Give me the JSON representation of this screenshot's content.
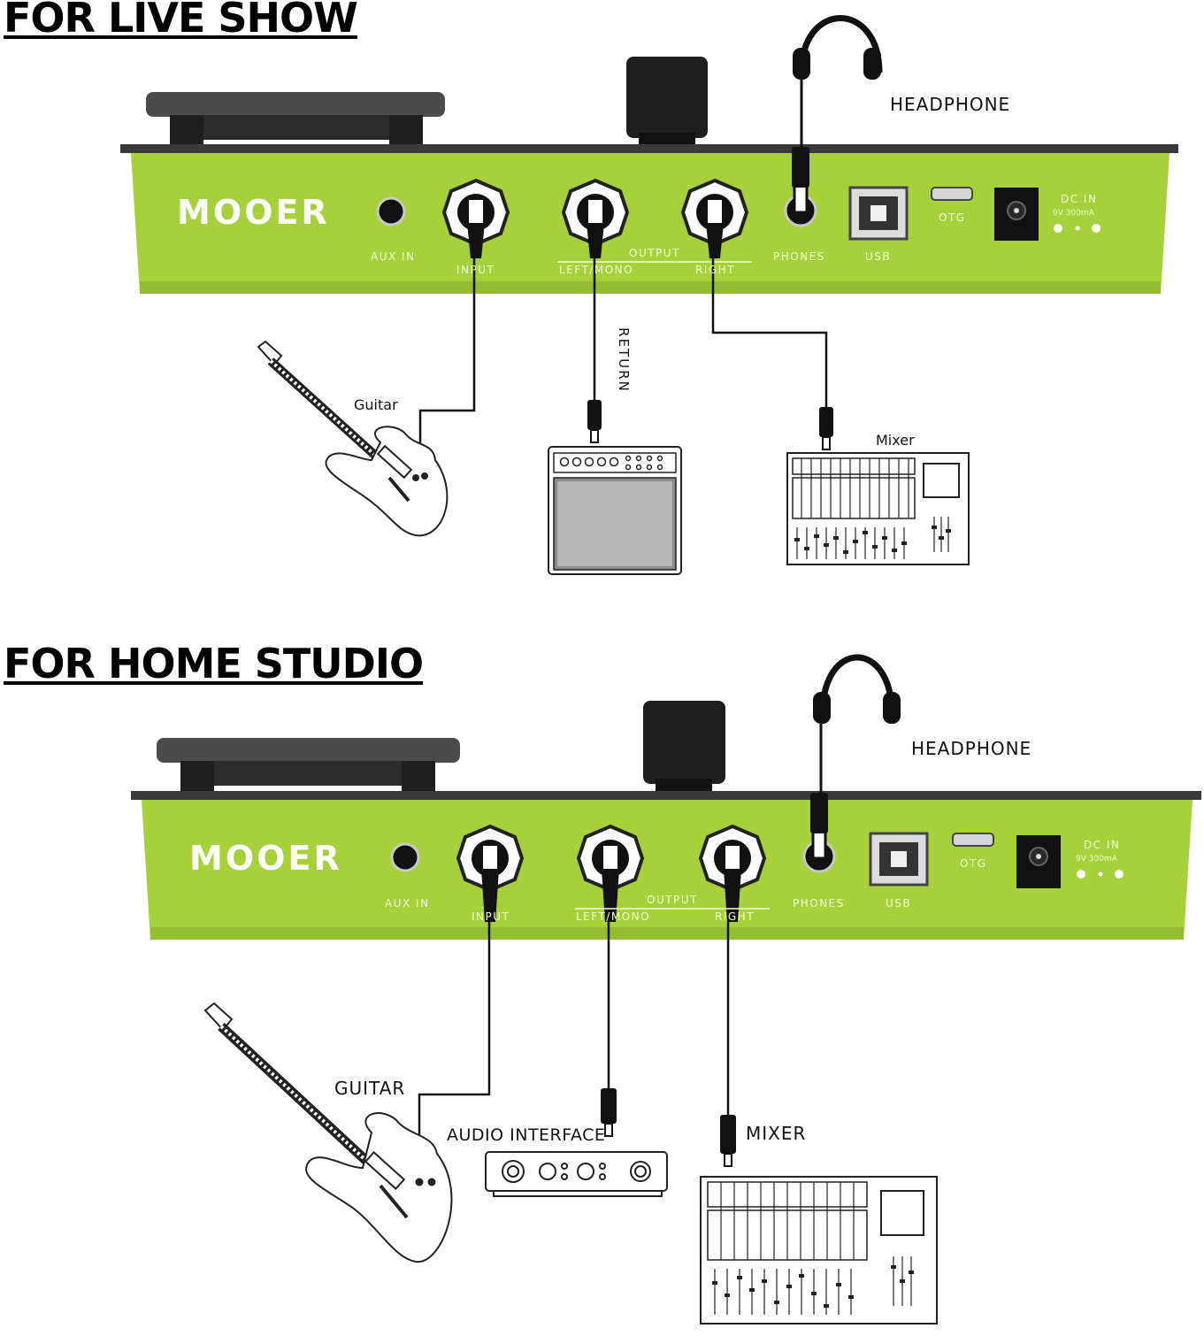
{
  "sections": [
    {
      "title": "FOR LIVE SHOW",
      "device": {
        "brand": "MOOER",
        "ports": {
          "aux_in": "AUX IN",
          "input": "INPUT",
          "output": "OUTPUT",
          "left_mono": "LEFT/MONO",
          "right": "RIGHT",
          "phones": "PHONES",
          "usb": "USB",
          "otg": "OTG",
          "dc_in": "DC IN",
          "dc_rating": "9V 300mA"
        }
      },
      "labels": {
        "headphone": "HEADPHONE",
        "guitar": "Guitar",
        "return": "RETURN",
        "mixer": "Mixer"
      }
    },
    {
      "title": "FOR HOME STUDIO",
      "device": {
        "brand": "MOOER",
        "ports": {
          "aux_in": "AUX IN",
          "input": "INPUT",
          "output": "OUTPUT",
          "left_mono": "LEFT/MONO",
          "right": "RIGHT",
          "phones": "PHONES",
          "usb": "USB",
          "otg": "OTG",
          "dc_in": "DC IN",
          "dc_rating": "9V 300mA"
        }
      },
      "labels": {
        "headphone": "HEADPHONE",
        "guitar": "GUITAR",
        "audio_interface": "AUDIO INTERFACE",
        "mixer": "MIXER"
      }
    }
  ],
  "colors": {
    "device_body": "#a6d13b",
    "device_top": "#3a3a3a",
    "line": "#111111"
  }
}
